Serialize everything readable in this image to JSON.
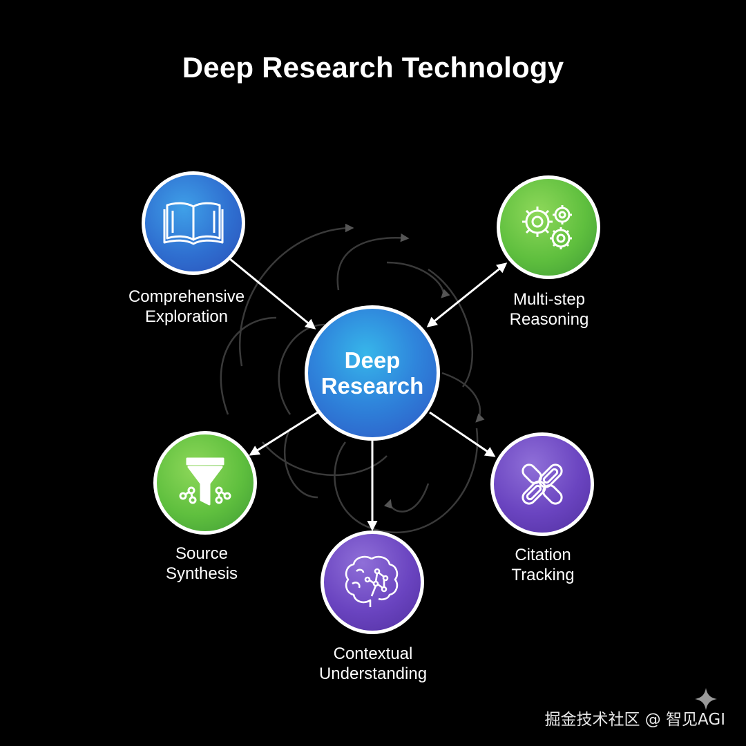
{
  "title": "Deep Research Technology",
  "center": {
    "line1": "Deep",
    "line2": "Research"
  },
  "nodes": [
    {
      "id": "comprehensive-exploration",
      "line1": "Comprehensive",
      "line2": "Exploration",
      "icon": "book-icon",
      "color": "blue"
    },
    {
      "id": "multi-step-reasoning",
      "line1": "Multi-step",
      "line2": "Reasoning",
      "icon": "gears-icon",
      "color": "green"
    },
    {
      "id": "source-synthesis",
      "line1": "Source",
      "line2": "Synthesis",
      "icon": "funnel-icon",
      "color": "green"
    },
    {
      "id": "contextual-understanding",
      "line1": "Contextual",
      "line2": "Understanding",
      "icon": "brain-icon",
      "color": "purple"
    },
    {
      "id": "citation-tracking",
      "line1": "Citation",
      "line2": "Tracking",
      "icon": "chain-link-icon",
      "color": "purple"
    }
  ],
  "watermark": "掘金技术社区 @ 智见AGI"
}
